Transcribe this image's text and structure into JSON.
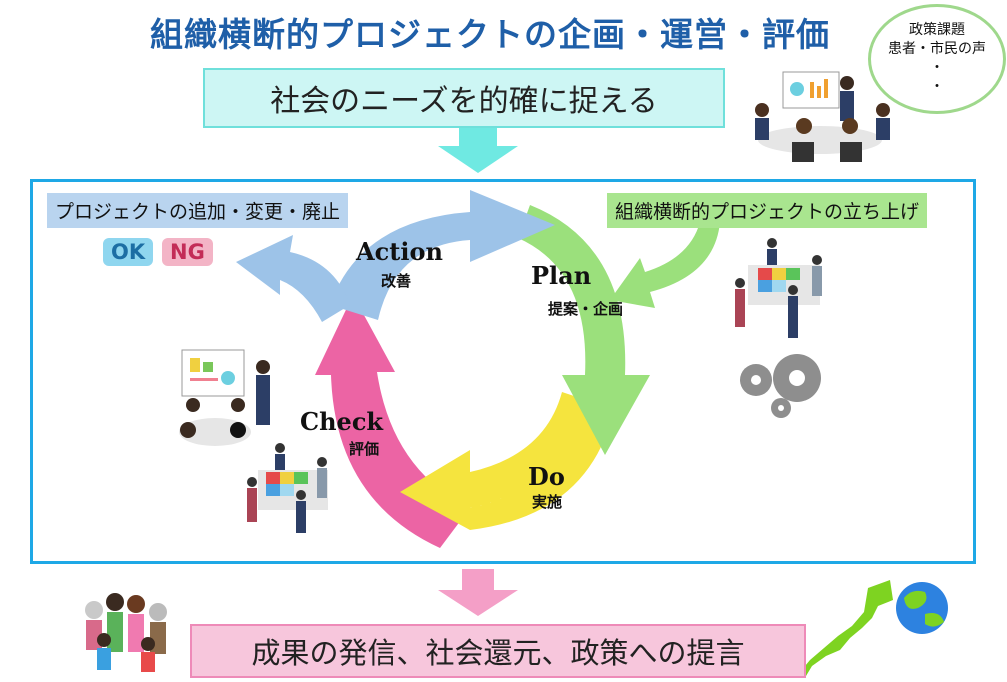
{
  "title": "組織横断的プロジェクトの企画・運営・評価",
  "needs_box": "社会のニーズを的確に捉える",
  "bubble": {
    "line1": "政策課題",
    "line2": "患者・市民の声",
    "line3": "・",
    "line4": "・"
  },
  "left_tag": "プロジェクトの追加・変更・廃止",
  "right_tag": "組織横断的プロジェクトの立ち上げ",
  "badges": {
    "ok": "OK",
    "ng": "NG"
  },
  "cycle": {
    "action": {
      "label": "Action",
      "sub": "改善"
    },
    "plan": {
      "label": "Plan",
      "sub": "提案・企画"
    },
    "do": {
      "label": "Do",
      "sub": "実施"
    },
    "check": {
      "label": "Check",
      "sub": "評価"
    }
  },
  "result_box": "成果の発信、社会還元、政策への提言",
  "colors": {
    "action": "#9dc3e8",
    "plan": "#9be07c",
    "do": "#f5e43e",
    "check": "#ec64a4",
    "cyan_arrow": "#6fe9e2",
    "pink_arrow": "#f49fc7",
    "frame": "#1ea8e6",
    "title": "#1f5fa8"
  }
}
